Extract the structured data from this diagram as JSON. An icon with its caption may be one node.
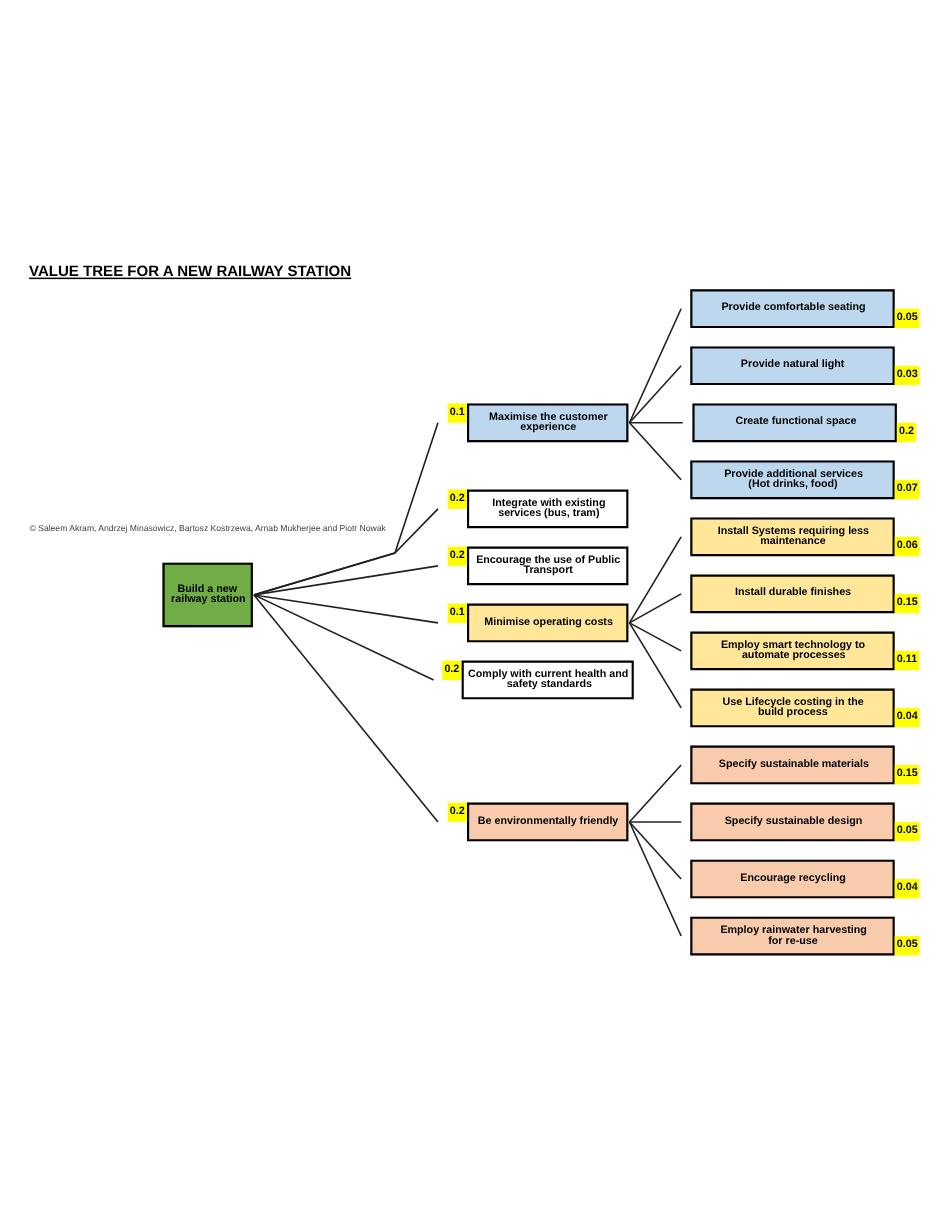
{
  "diagram": {
    "title": "VALUE TREE FOR A NEW RAILWAY STATION",
    "nodes": [
      {
        "text": [
          "Build a new railway station"
        ]
      },
      {
        "text": [
          "Maximise the customer experience"
        ],
        "beside": [
          "0.1"
        ]
      },
      {
        "text": [
          "Integrate with existing services (bus, tram)"
        ],
        "beside": [
          "0.2"
        ]
      },
      {
        "text": [
          "Encourage the use of Public Transport"
        ],
        "beside": [
          "0.2"
        ]
      },
      {
        "text": [
          "Minimise operating costs"
        ],
        "beside": [
          "0.1"
        ]
      },
      {
        "text": [
          "Comply with current health and safety standards"
        ],
        "beside": [
          "0.2"
        ]
      },
      {
        "text": [
          "Be environmentally friendly"
        ],
        "beside": [
          "0.2"
        ]
      },
      {
        "text": [
          "Provide comfortable seating"
        ],
        "beside": [
          "0.05"
        ]
      },
      {
        "text": [
          "Provide natural light"
        ],
        "beside": [
          "0.03"
        ]
      },
      {
        "text": [
          "Create functional space"
        ],
        "beside": [
          "0.2"
        ]
      },
      {
        "text": [
          "Provide additional services (Hot drinks, food)"
        ],
        "beside": [
          "0.07"
        ]
      },
      {
        "text": [
          "Install Systems requiring less maintenance"
        ],
        "beside": [
          "0.06"
        ]
      },
      {
        "text": [
          "Install durable finishes"
        ],
        "beside": [
          "0.15"
        ]
      },
      {
        "text": [
          "Employ smart technology to automate processes"
        ],
        "beside": [
          "0.11"
        ]
      },
      {
        "text": [
          "Use Lifecycle costing in the build process"
        ],
        "beside": [
          "0.04"
        ]
      },
      {
        "text": [
          "Specify sustainable materials"
        ],
        "beside": [
          "0.15"
        ]
      },
      {
        "text": [
          "Specify sustainable design"
        ],
        "beside": [
          "0.05"
        ]
      },
      {
        "text": [
          "Encourage recycling"
        ],
        "beside": [
          "0.04"
        ]
      },
      {
        "text": [
          "Employ rainwater harvesting for re-use"
        ],
        "beside": [
          "0.05"
        ]
      }
    ],
    "edges": [
      {
        "from": 0,
        "to": 1,
        "arrow": "none"
      },
      {
        "from": 0,
        "to": 2,
        "arrow": "none"
      },
      {
        "from": 0,
        "to": 3,
        "arrow": "none"
      },
      {
        "from": 0,
        "to": 4,
        "arrow": "none"
      },
      {
        "from": 0,
        "to": 5,
        "arrow": "none"
      },
      {
        "from": 0,
        "to": 6,
        "arrow": "none"
      },
      {
        "from": 1,
        "to": 7,
        "arrow": "none"
      },
      {
        "from": 1,
        "to": 8,
        "arrow": "none"
      },
      {
        "from": 1,
        "to": 9,
        "arrow": "none"
      },
      {
        "from": 1,
        "to": 10,
        "arrow": "none"
      },
      {
        "from": 4,
        "to": 11,
        "arrow": "none"
      },
      {
        "from": 4,
        "to": 12,
        "arrow": "none"
      },
      {
        "from": 4,
        "to": 13,
        "arrow": "none"
      },
      {
        "from": 4,
        "to": 14,
        "arrow": "none"
      },
      {
        "from": 6,
        "to": 15,
        "arrow": "none"
      },
      {
        "from": 6,
        "to": 16,
        "arrow": "none"
      },
      {
        "from": 6,
        "to": 17,
        "arrow": "none"
      },
      {
        "from": 6,
        "to": 18,
        "arrow": "none"
      }
    ],
    "labels": [
      "© Saleem Akram, Andrzej Minasowicz, Bartosz Kostrzewa, Arnab Mukherjee and Piotr Nowak"
    ]
  }
}
